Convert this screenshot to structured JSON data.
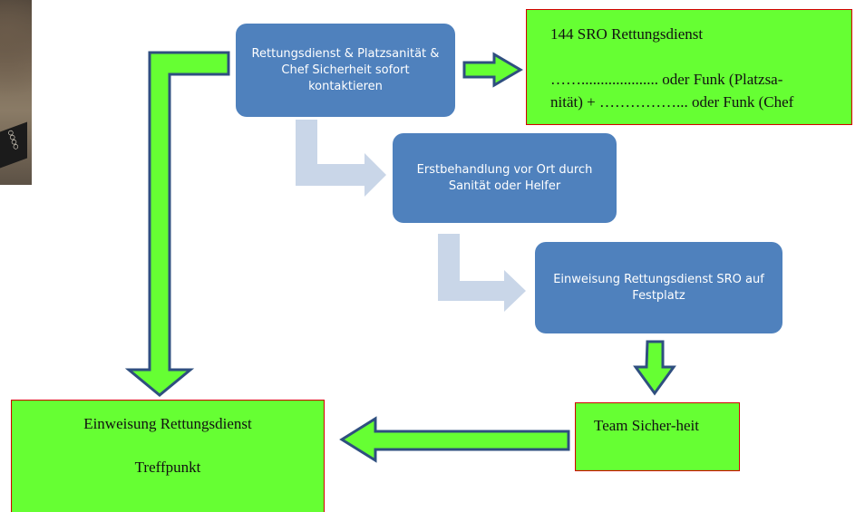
{
  "diagram": {
    "nodes": {
      "contact": "Rettungsdienst & Platzsanität & Chef Sicherheit  sofort kontaktieren",
      "srod_line1": "144  SRO Rettungsdienst",
      "srod_line2": "…….................... oder Funk (Platzsa-",
      "srod_line3": "nität) + ……………... oder Funk (Chef",
      "first_aid": "Erstbehandlung vor Ort durch Sanität oder Helfer",
      "guide": "Einweisung Rettungsdienst SRO auf Festplatz",
      "team": "Team Sicher-heit",
      "meet_line1": "Einweisung Rettungsdienst",
      "meet_line2": "Treffpunkt"
    },
    "colors": {
      "blue_box": "#4f81bd",
      "green_box": "#66ff33",
      "green_box_border": "#d40000",
      "arrow_fill": "#66ff33",
      "arrow_stroke": "#2f4f7f",
      "light_arrow": "#c9d6e8"
    }
  }
}
